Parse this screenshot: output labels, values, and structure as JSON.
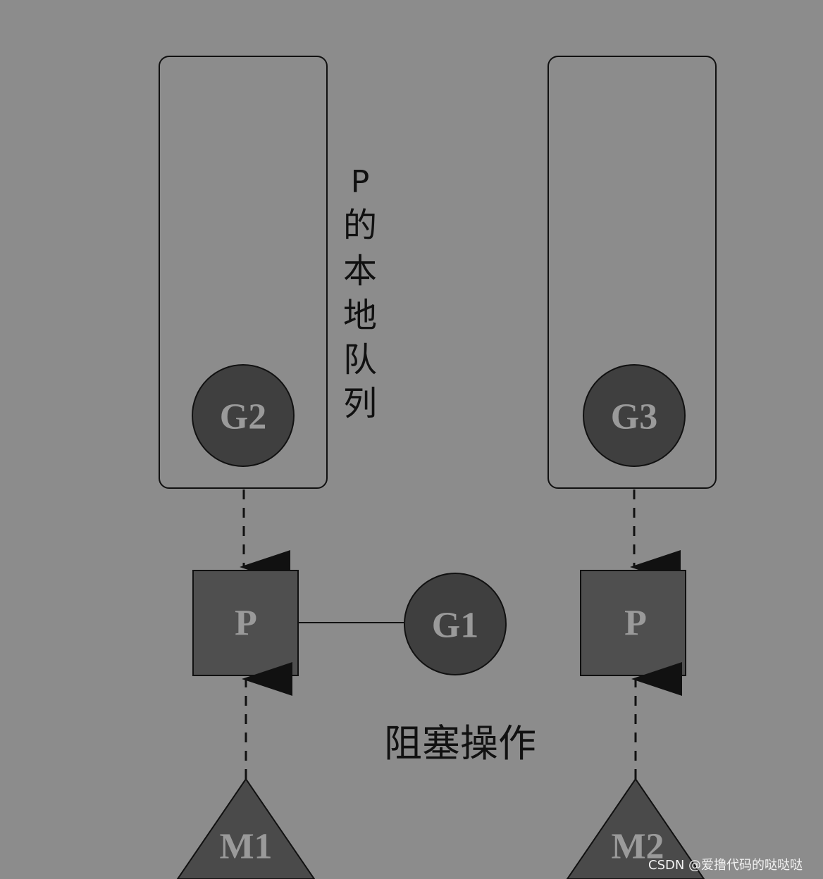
{
  "diagram": {
    "left_queue": {
      "goroutine_label": "G2"
    },
    "queue_caption": [
      "P",
      "的",
      "本",
      "地",
      "队",
      "列"
    ],
    "right_queue": {
      "goroutine_label": "G3"
    },
    "left_processor": {
      "label": "P"
    },
    "right_processor": {
      "label": "P"
    },
    "running_goroutine": {
      "label": "G1"
    },
    "blocking_caption": "阻塞操作",
    "left_machine": {
      "label": "M1"
    },
    "right_machine": {
      "label": "M2"
    },
    "watermark": "CSDN @爱撸代码的哒哒哒"
  },
  "colors": {
    "background": "#8c8c8c",
    "queue_border": "#111111",
    "goroutine_fill": "#3f3f3f",
    "processor_fill": "#4f4f4f",
    "machine_fill": "#4a4a4a",
    "node_text": "#9a9a9a"
  }
}
